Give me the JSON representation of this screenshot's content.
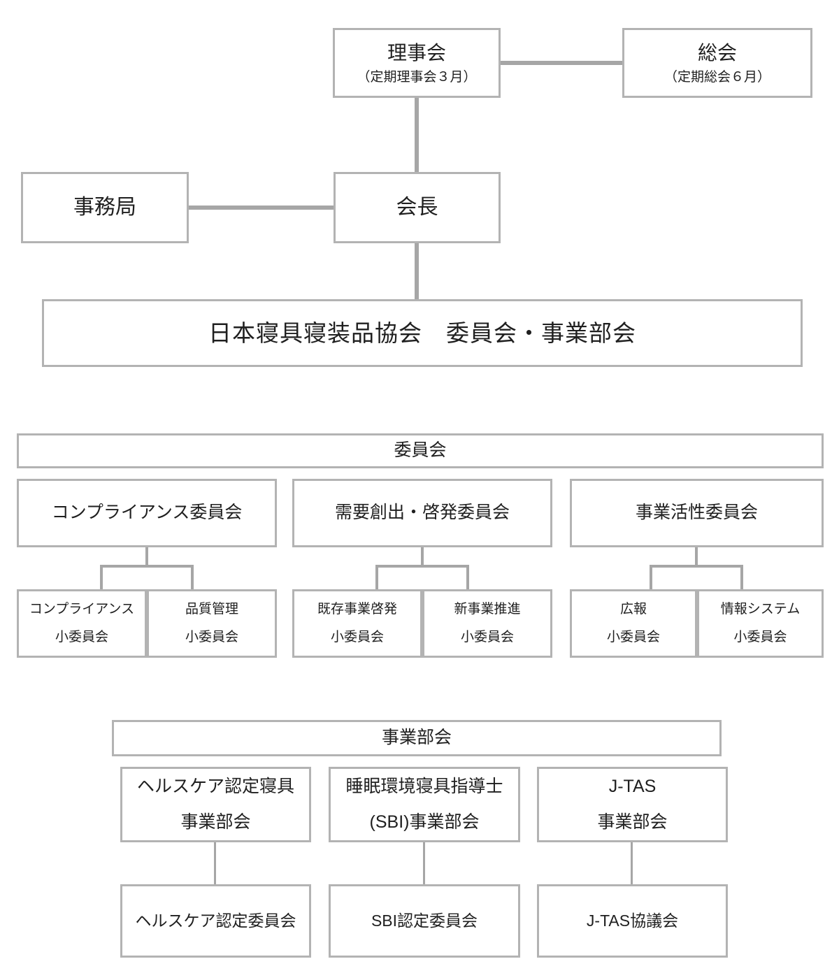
{
  "colors": {
    "background": "#ffffff",
    "box_border": "#b3b3b3",
    "connector": "#a6a6a6",
    "text": "#1f1f1f"
  },
  "nodes": {
    "board": {
      "title": "理事会",
      "subtitle": "（定期理事会３月）"
    },
    "general_meeting": {
      "title": "総会",
      "subtitle": "（定期総会６月）"
    },
    "secretariat": {
      "label": "事務局"
    },
    "chairman": {
      "label": "会長"
    },
    "association": {
      "label": "日本寝具寝装品協会　委員会・事業部会"
    }
  },
  "committee_section": {
    "header": "委員会",
    "committees": [
      {
        "label": "コンプライアンス委員会"
      },
      {
        "label": "需要創出・啓発委員会"
      },
      {
        "label": "事業活性委員会"
      }
    ],
    "subcommittees": [
      {
        "line1": "コンプライアンス",
        "line2": "小委員会"
      },
      {
        "line1": "品質管理",
        "line2": "小委員会"
      },
      {
        "line1": "既存事業啓発",
        "line2": "小委員会"
      },
      {
        "line1": "新事業推進",
        "line2": "小委員会"
      },
      {
        "line1": "広報",
        "line2": "小委員会"
      },
      {
        "line1": "情報システム",
        "line2": "小委員会"
      }
    ]
  },
  "division_section": {
    "header": "事業部会",
    "divisions": [
      {
        "line1": "ヘルスケア認定寝具",
        "line2": "事業部会"
      },
      {
        "line1": "睡眠環境寝具指導士",
        "line2": "(SBI)事業部会"
      },
      {
        "line1": "J-TAS",
        "line2": "事業部会"
      }
    ],
    "children": [
      {
        "label": "ヘルスケア認定委員会"
      },
      {
        "label": "SBI認定委員会"
      },
      {
        "label": "J-TAS協議会"
      }
    ]
  }
}
